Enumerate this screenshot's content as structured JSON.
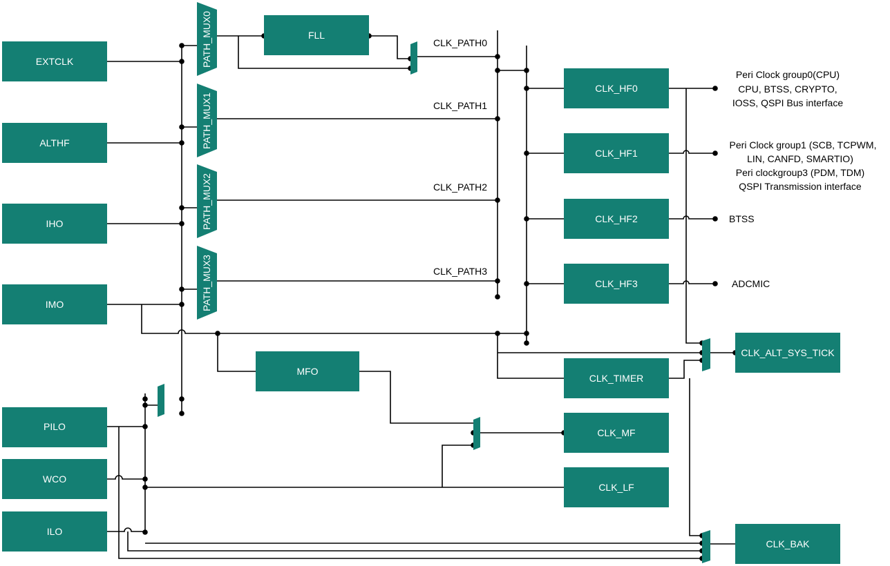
{
  "colors": {
    "block": "#147f73",
    "block_text": "#ffffff",
    "wire": "#000000"
  },
  "sources": {
    "extclk": "EXTCLK",
    "althf": "ALTHF",
    "iho": "IHO",
    "imo": "IMO",
    "pilo": "PILO",
    "wco": "WCO",
    "ilo": "ILO"
  },
  "muxes": {
    "path_mux0": "PATH_MUX0",
    "path_mux1": "PATH_MUX1",
    "path_mux2": "PATH_MUX2",
    "path_mux3": "PATH_MUX3"
  },
  "blocks": {
    "fll": "FLL",
    "mfo": "MFO",
    "clk_hf0": "CLK_HF0",
    "clk_hf1": "CLK_HF1",
    "clk_hf2": "CLK_HF2",
    "clk_hf3": "CLK_HF3",
    "clk_timer": "CLK_TIMER",
    "clk_mf": "CLK_MF",
    "clk_lf": "CLK_LF",
    "clk_alt_sys_tick": "CLK_ALT_SYS_TICK",
    "clk_bak": "CLK_BAK"
  },
  "paths": {
    "clk_path0": "CLK_PATH0",
    "clk_path1": "CLK_PATH1",
    "clk_path2": "CLK_PATH2",
    "clk_path3": "CLK_PATH3"
  },
  "outputs": {
    "hf0": [
      "Peri Clock group0(CPU)",
      "CPU, BTSS, CRYPTO,",
      "IOSS, QSPI Bus interface"
    ],
    "hf1": [
      "Peri Clock group1 (SCB, TCPWM,",
      "LIN, CANFD, SMARTIO)",
      "Peri clockgroup3 (PDM, TDM)",
      "QSPI Transmission interface"
    ],
    "hf2": [
      "BTSS"
    ],
    "hf3": [
      "ADCMIC"
    ]
  }
}
